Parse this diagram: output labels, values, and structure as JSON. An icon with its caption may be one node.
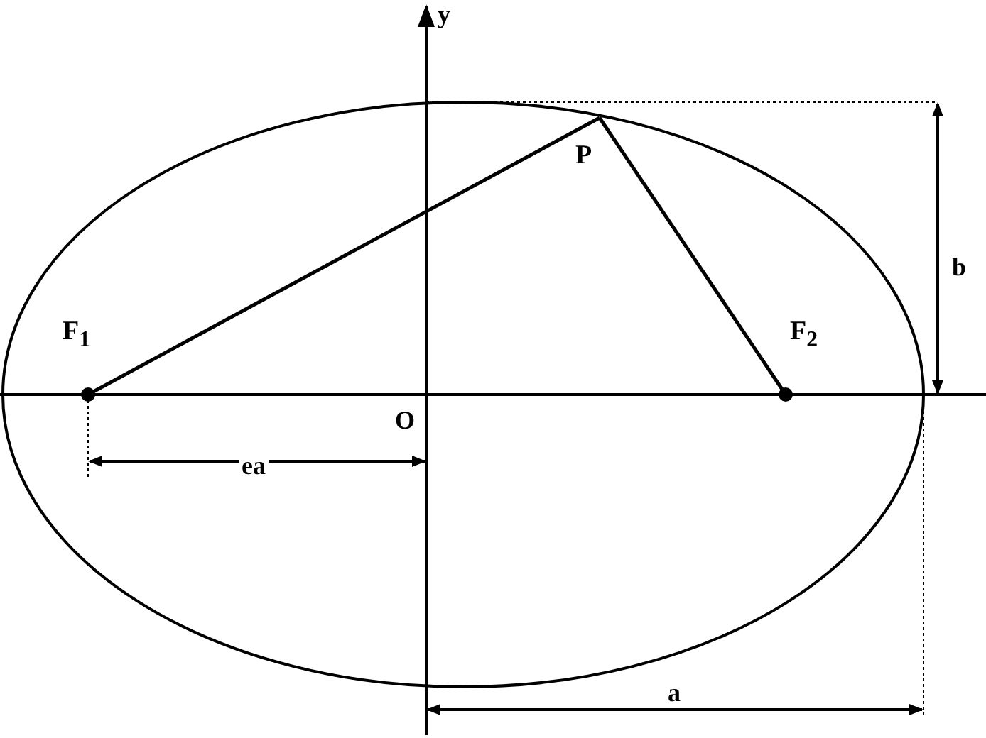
{
  "diagram": {
    "nodes": [
      {
        "text": [
          "P"
        ]
      },
      {
        "text": [
          "F$_{1}$"
        ]
      },
      {
        "text": [
          "F$_{2}$"
        ]
      }
    ],
    "edges": [
      {
        "from": 1,
        "to": 0,
        "arrow": "none"
      },
      {
        "from": 0,
        "to": 2,
        "arrow": "none"
      }
    ],
    "labels": [
      "y",
      "b",
      "O",
      "ea",
      "a"
    ]
  }
}
